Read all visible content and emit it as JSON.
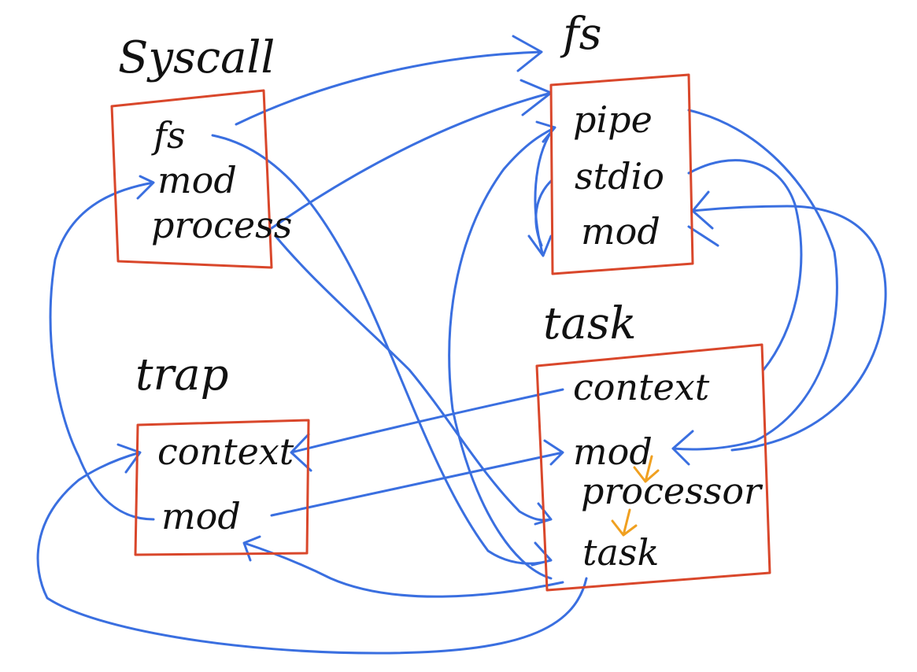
{
  "modules": {
    "syscall": {
      "title": "Syscall",
      "items": [
        "fs",
        "mod",
        "process"
      ]
    },
    "fs": {
      "title": "fs",
      "items": [
        "pipe",
        "stdio",
        "mod"
      ]
    },
    "trap": {
      "title": "trap",
      "items": [
        "context",
        "mod"
      ]
    },
    "task": {
      "title": "task",
      "items": [
        "context",
        "mod",
        "processor",
        "task"
      ]
    }
  },
  "colors": {
    "box": "#d9472b",
    "dependency_arrow": "#3a6fe0",
    "internal_arrow": "#f0a020",
    "text": "#111111"
  }
}
